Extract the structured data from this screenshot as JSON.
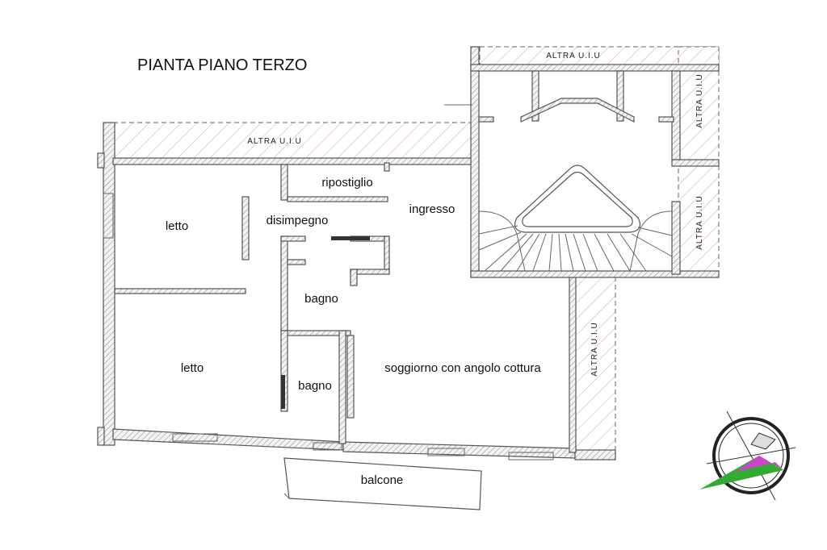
{
  "title": "PIANTA PIANO TERZO",
  "rooms": {
    "ripostiglio": "ripostiglio",
    "ingresso": "ingresso",
    "disimpegno": "disimpegno",
    "letto_1": "letto",
    "letto_2": "letto",
    "bagno_1": "bagno",
    "bagno_2": "bagno",
    "soggiorno": "soggiorno con angolo cottura",
    "balcone": "balcone"
  },
  "other_units": {
    "top": "ALTRA U.I.U",
    "upper_band": "ALTRA U.I.U",
    "right_top": "ALTRA U.I.U",
    "right_middle": "ALTRA U.I.U",
    "right_lower": "ALTRA U.I.U"
  },
  "compass": {
    "icon": "compass-rose-icon",
    "accent": "#cc44cc",
    "accent2": "#33aa33"
  }
}
